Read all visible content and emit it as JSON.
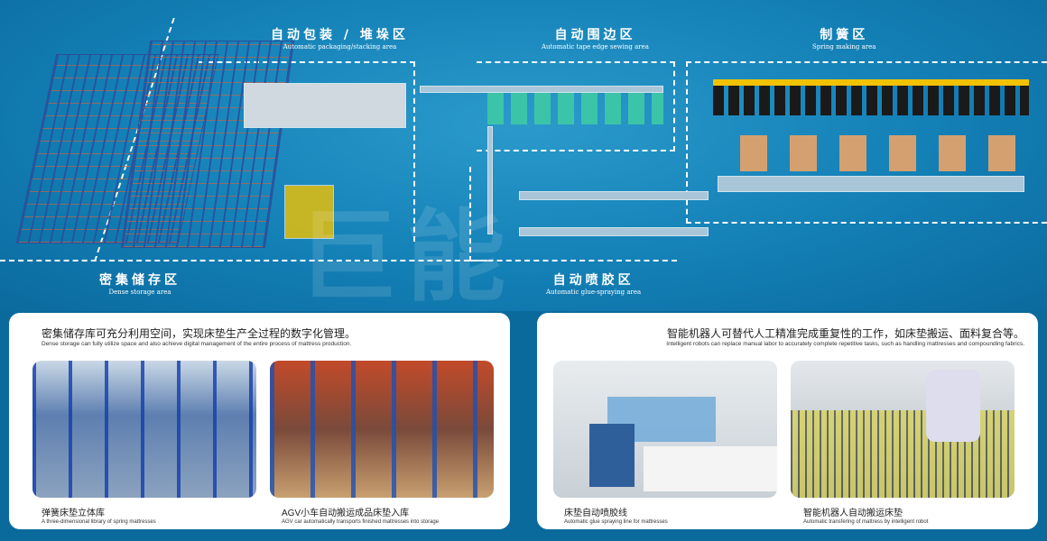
{
  "zones": [
    {
      "cn": "自动包装 / 堆垛区",
      "en": "Automatic packaging/stacking area"
    },
    {
      "cn": "自动围边区",
      "en": "Automatic tape edge sewing area"
    },
    {
      "cn": "制簧区",
      "en": "Spring making area"
    },
    {
      "cn": "密集储存区",
      "en": "Dense storage area"
    },
    {
      "cn": "自动喷胶区",
      "en": "Automatic glue-spraying area"
    }
  ],
  "panels": [
    {
      "title": "密集储存库可充分利用空间，实现床垫生产全过程的数字化管理。",
      "subtitle": "Dense storage can fully utilize space and also achieve digital management of the entire process of mattress production.",
      "photos": [
        {
          "cn": "弹簧床垫立体库",
          "en": "A three-dimensional library of spring mattresses"
        },
        {
          "cn": "AGV小车自动搬运成品床垫入库",
          "en": "AGV car automatically transports finished mattresses into storage"
        }
      ]
    },
    {
      "title": "智能机器人可替代人工精准完成重复性的工作，如床垫搬运、面料复合等。",
      "subtitle": "Intelligent robots can replace manual labor to accurately complete repetitive tasks, such as handling mattresses and compounding fabrics.",
      "photos": [
        {
          "cn": "床垫自动喷胶线",
          "en": "Automatic glue spraying line for mattresses"
        },
        {
          "cn": "智能机器人自动搬运床垫",
          "en": "Automatic transfering of mattress by intelligent robot"
        }
      ]
    }
  ]
}
